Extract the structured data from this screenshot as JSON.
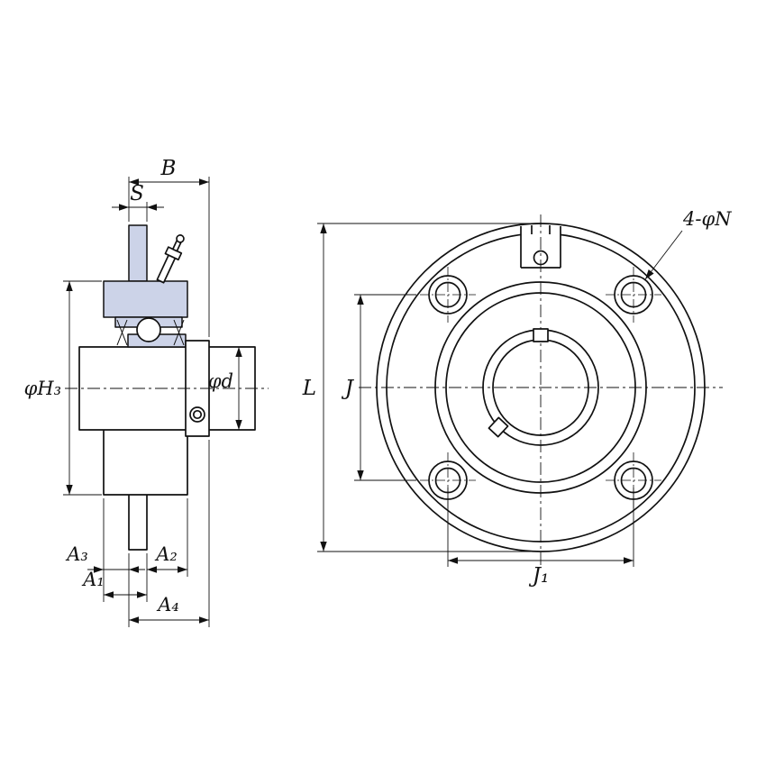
{
  "drawing": {
    "subject": "flanged cartridge bearing unit, side section view and front view",
    "background_color": "#ffffff",
    "line_color": "#111111",
    "section_fill_color": "#ccd3e8",
    "side_view": {
      "dim_width_label": "B",
      "dim_flange_offset_label": "S",
      "dim_housing_diameter_label": "φH₃",
      "dim_bore_diameter_label": "φd",
      "dim_a3_label": "A₃",
      "dim_a1_label": "A₁",
      "dim_a2_label": "A₂",
      "dim_a4_label": "A₄"
    },
    "front_view": {
      "dim_bolt_holes_label": "4-φN",
      "dim_outer_diameter_label": "L",
      "dim_bolt_span_vertical_label": "J",
      "dim_bolt_span_horizontal_label": "J₁"
    }
  }
}
